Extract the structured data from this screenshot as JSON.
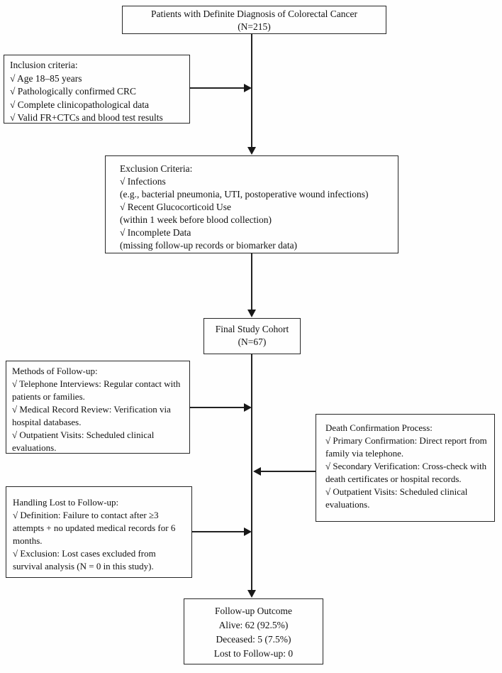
{
  "figure": {
    "type": "patient-flow-diagram",
    "line_color": "#222222",
    "background": "#fefefe"
  },
  "boxes": {
    "patients": {
      "lines": [
        "Patients with Definite Diagnosis of Colorectal Cancer",
        "(N=215)"
      ]
    },
    "inclusion": {
      "title": "Inclusion criteria:",
      "items": [
        "√ Age 18–85 years",
        "√ Pathologically confirmed CRC",
        "√ Complete clinicopathological data",
        "√ Valid FR+CTCs and blood test results"
      ]
    },
    "exclusion": {
      "title": "Exclusion Criteria:",
      "items": [
        "√ Infections",
        "(e.g., bacterial pneumonia, UTI, postoperative wound infections)",
        "√ Recent Glucocorticoid Use",
        "(within 1 week before blood collection)",
        "√ Incomplete Data",
        "(missing follow-up records or biomarker data)"
      ]
    },
    "cohort": {
      "lines": [
        "Final Study Cohort",
        "(N=67)"
      ]
    },
    "methods": {
      "title": "Methods of Follow-up:",
      "items": [
        "√ Telephone Interviews: Regular contact with patients or families.",
        "√ Medical Record Review: Verification via hospital databases.",
        "√ Outpatient Visits: Scheduled clinical evaluations."
      ]
    },
    "death": {
      "title": "Death Confirmation Process:",
      "items": [
        "√ Primary Confirmation: Direct report from family via telephone.",
        "√ Secondary Verification: Cross-check with death certificates or hospital records.",
        "√ Outpatient Visits: Scheduled clinical evaluations."
      ]
    },
    "handling": {
      "title": "Handling Lost to Follow-up:",
      "items": [
        "√ Definition: Failure to contact after ≥3 attempts + no updated medical records for 6 months.",
        "√ Exclusion: Lost cases excluded from survival analysis (N = 0 in this study)."
      ]
    },
    "outcome": {
      "lines": [
        "Follow-up Outcome",
        "Alive: 62 (92.5%)",
        "Deceased: 5 (7.5%)",
        "Lost to Follow-up: 0"
      ]
    }
  }
}
